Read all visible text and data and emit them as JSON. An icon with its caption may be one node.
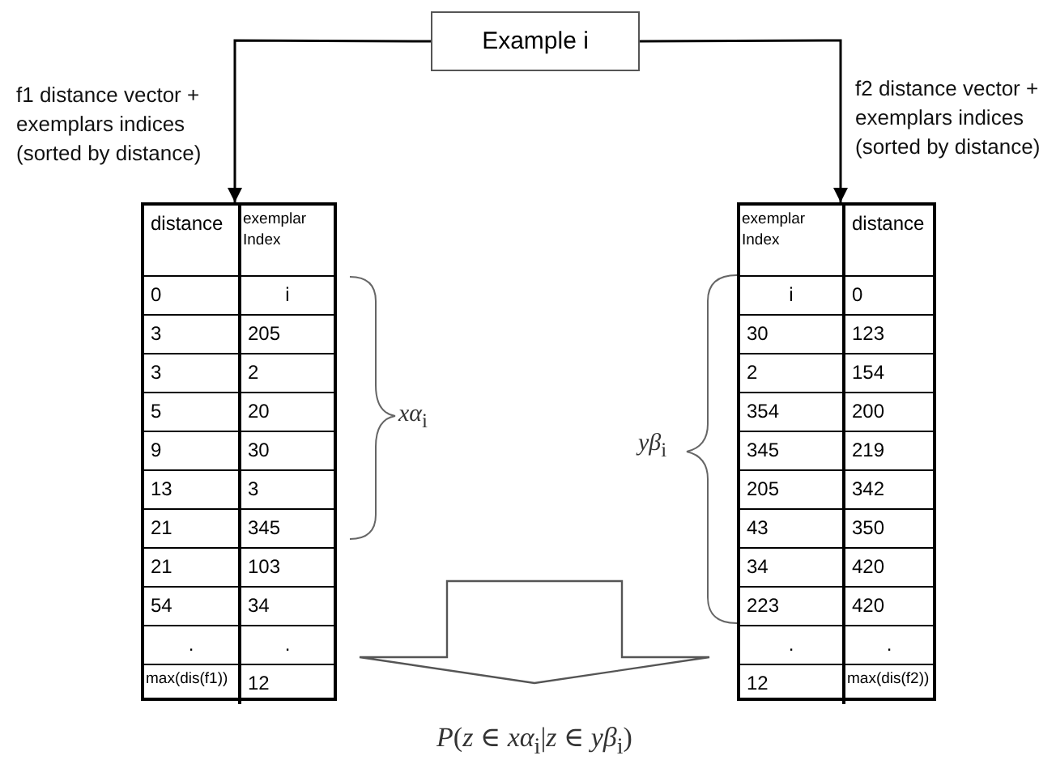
{
  "diagram": {
    "nodes": [
      {
        "text": [
          "Example i"
        ]
      },
      {
        "text": [
          "distance",
          "exemplar Index",
          "0",
          "i",
          "3",
          "205",
          "3",
          "2",
          "5",
          "20",
          "9",
          "30",
          "13",
          "3",
          "21",
          "345",
          "21",
          "103",
          "54",
          "34",
          ".",
          ".",
          "max(dis(f1))",
          "12"
        ]
      },
      {
        "text": [
          "exemplar Index",
          "distance",
          "i",
          "0",
          "30",
          "123",
          "2",
          "154",
          "354",
          "200",
          "345",
          "219",
          "205",
          "342",
          "43",
          "350",
          "34",
          "420",
          "223",
          "420",
          ".",
          ".",
          "12",
          "max(dis(f2))"
        ]
      },
      {
        "text": [
          "*P*(*z* ∈ *xα*$_{i}$|*z* ∈ *yβ*$_{i}$)"
        ]
      }
    ],
    "edges": [
      {
        "from": 0,
        "to": 1,
        "arrow": "to",
        "label": "f1 distance vector + exemplars indices (sorted by distance)"
      },
      {
        "from": 0,
        "to": 2,
        "arrow": "to",
        "label": "f2 distance vector + exemplars indices (sorted by distance)"
      },
      {
        "from": null,
        "to": 3,
        "arrow": "to",
        "style": "thick"
      }
    ],
    "labels": [
      "*xα*$_{i}$",
      "*yβ*$_{i}$"
    ]
  }
}
